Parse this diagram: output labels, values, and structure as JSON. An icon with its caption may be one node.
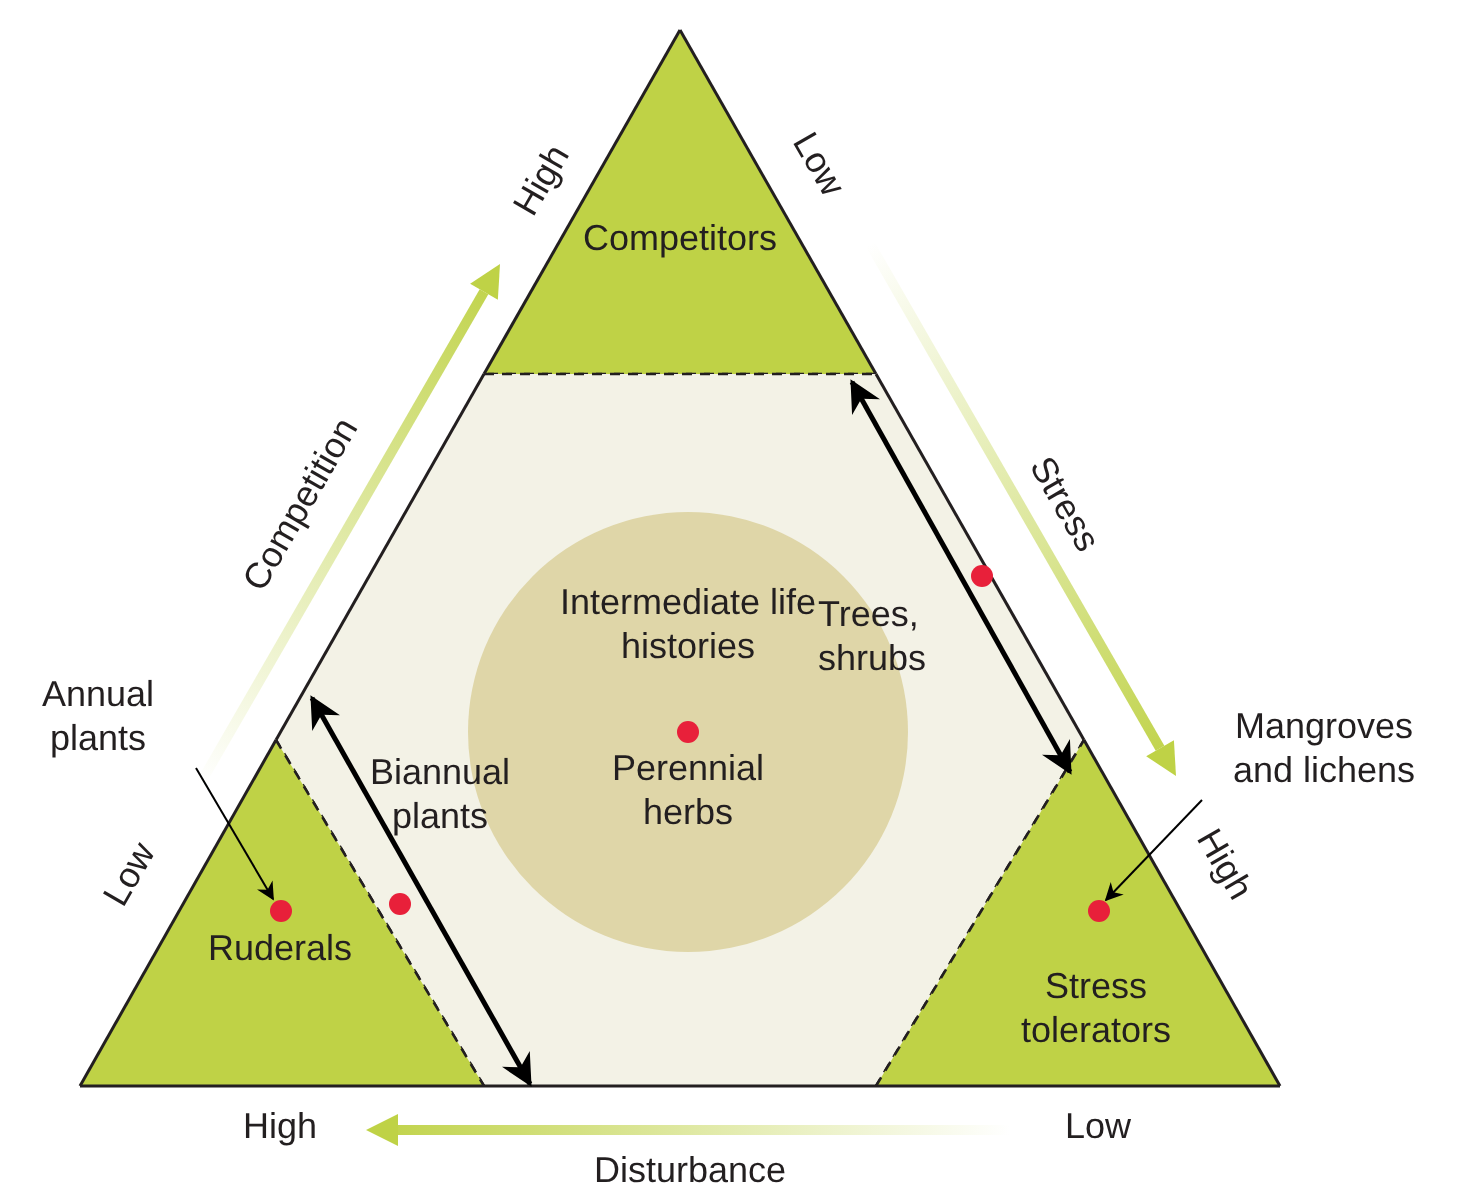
{
  "diagram": {
    "nodes": [
      {
        "text": [
          "Competitors"
        ]
      },
      {
        "text": [],
        "shape": "hexagon"
      },
      {
        "text": [
          "Intermediate life histories",
          "Perennial herbs"
        ],
        "in": 1
      },
      {
        "text": [
          "Annual plants"
        ]
      },
      {
        "text": [
          "Ruderals"
        ]
      },
      {
        "text": [],
        "shape": "circle",
        "in": 4
      },
      {
        "text": [
          "Mangroves and lichens"
        ]
      },
      {
        "text": [
          "Stress tolerators"
        ]
      },
      {
        "text": [],
        "shape": "circle",
        "in": 7
      }
    ],
    "edges": [
      {
        "from": 0,
        "to": 7,
        "arrow": "both",
        "label": "Trees, shrubs",
        "style": "thick"
      },
      {
        "from": 3,
        "to": 5,
        "arrow": "to"
      },
      {
        "from": 6,
        "to": 8,
        "arrow": "to"
      }
    ],
    "labels": [
      "High",
      "Low",
      "Competition",
      "Stress",
      "Biannual plants",
      "Low",
      "High",
      "High",
      "Low",
      "Disturbance"
    ]
  }
}
